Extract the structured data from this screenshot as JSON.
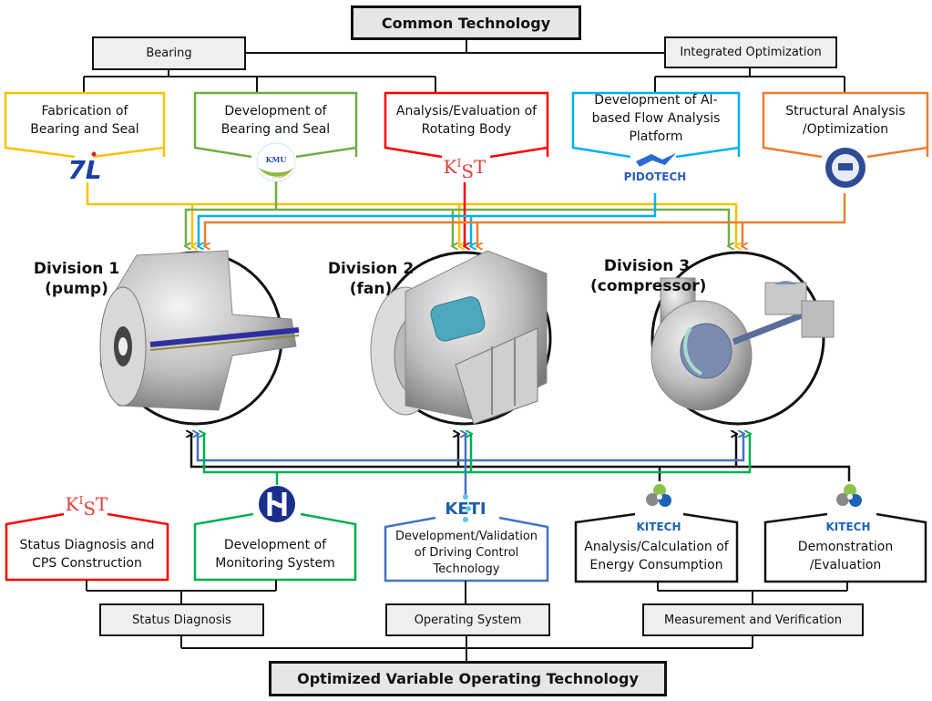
{
  "title": "Common Technology",
  "bottom_title": "Optimized Variable Operating Technology",
  "colors": {
    "yellow": "#ffc000",
    "green": "#70ad47",
    "red": "#ff0000",
    "skyblue": "#00b0f0",
    "orange": "#ed7d31",
    "blue": "#4472c4",
    "darkgreen": "#00b050",
    "black": "#111111"
  },
  "categories_top": [
    {
      "label": "Bearing"
    },
    {
      "label": "Integrated Optimization"
    }
  ],
  "top_tasks": [
    {
      "label_lines": [
        "Fabrication of",
        "Bearing and Seal"
      ],
      "org": "TL",
      "org_logo": "7L",
      "color": "yellow"
    },
    {
      "label_lines": [
        "Development of",
        "Bearing and Seal"
      ],
      "org": "KMU",
      "org_logo": "KMU",
      "color": "green"
    },
    {
      "label_lines": [
        "Analysis/Evaluation of",
        "Rotating Body"
      ],
      "org": "KIST",
      "org_logo": "KIST",
      "color": "red"
    },
    {
      "label_lines": [
        "Development of AI-",
        "based Flow Analysis",
        "Platform"
      ],
      "org": "PIDOTECH",
      "org_logo": "PIDOTECH",
      "color": "skyblue"
    },
    {
      "label_lines": [
        "Structural Analysis",
        "/Optimization"
      ],
      "org": "Hanyang University",
      "org_logo": "emblem",
      "color": "orange"
    }
  ],
  "divisions": [
    {
      "title_lines": [
        "Division 1",
        "(pump)"
      ],
      "image": "pump-illustration"
    },
    {
      "title_lines": [
        "Division 2",
        "(fan)"
      ],
      "image": "fan-illustration"
    },
    {
      "title_lines": [
        "Division 3",
        "(compressor)"
      ],
      "image": "compressor-illustration"
    }
  ],
  "bottom_tasks": [
    {
      "label_lines": [
        "Status Diagnosis and",
        "CPS Construction"
      ],
      "org": "KIST",
      "org_logo": "KIST",
      "color": "red"
    },
    {
      "label_lines": [
        "Development of",
        "Monitoring System"
      ],
      "org": "Hyundai",
      "org_logo": "H-emblem",
      "color": "darkgreen"
    },
    {
      "label_lines": [
        "Development/Validation",
        "of Driving Control",
        "Technology"
      ],
      "org": "KETI",
      "org_logo": "KETI",
      "color": "blue"
    },
    {
      "label_lines": [
        "Analysis/Calculation of",
        "Energy Consumption"
      ],
      "org": "KITECH",
      "org_logo": "KITECH",
      "color": "black"
    },
    {
      "label_lines": [
        "Demonstration",
        "/Evaluation"
      ],
      "org": "KITECH",
      "org_logo": "KITECH",
      "color": "black"
    }
  ],
  "categories_bottom": [
    {
      "label": "Status Diagnosis"
    },
    {
      "label": "Operating System"
    },
    {
      "label": "Measurement and Verification"
    }
  ]
}
